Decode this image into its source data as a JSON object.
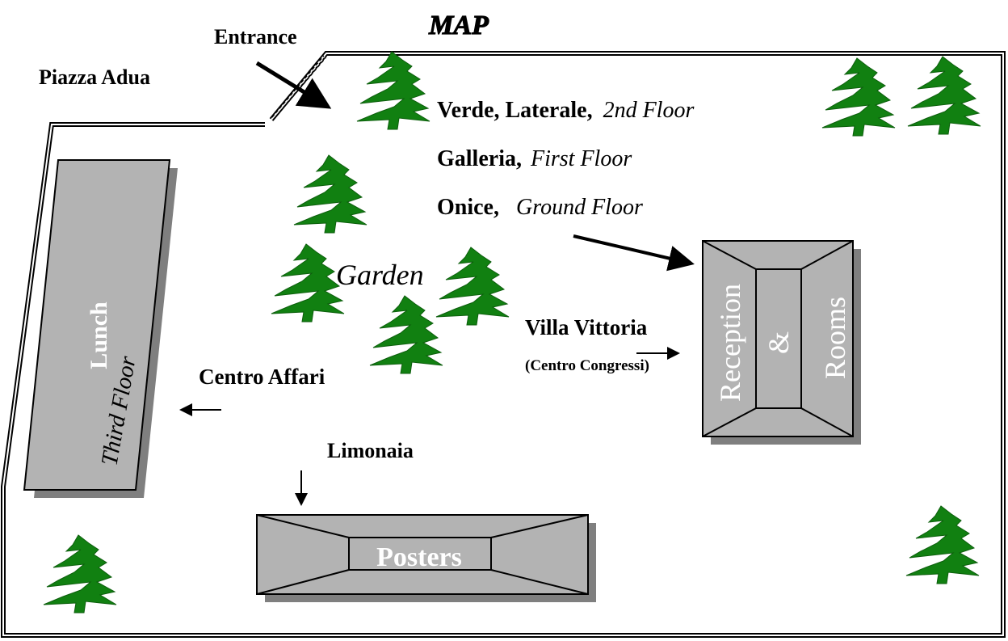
{
  "title": "MAP",
  "labels": {
    "entrance": "Entrance",
    "piazza": "Piazza Adua",
    "verde_name": "Verde, Laterale,",
    "verde_floor": "2nd Floor",
    "galleria_name": "Galleria,",
    "galleria_floor": "First Floor",
    "onice_name": "Onice,",
    "onice_floor": "Ground Floor",
    "garden": "Garden",
    "villa": "Villa Vittoria",
    "centro_congressi": "(Centro Congressi)",
    "centro_affari": "Centro Affari",
    "limonaia": "Limonaia"
  },
  "buildings": {
    "lunch_name": "Lunch",
    "lunch_floor": "Third Floor",
    "posters": "Posters",
    "reception": "Reception",
    "amp": "&",
    "rooms": "Rooms"
  },
  "colors": {
    "tree": "#118011",
    "building": "#b3b3b3",
    "shadow": "#7f7f7f",
    "line": "#000000"
  },
  "icons": {
    "tree": "pine-tree-icon",
    "arrow": "arrow-icon"
  }
}
